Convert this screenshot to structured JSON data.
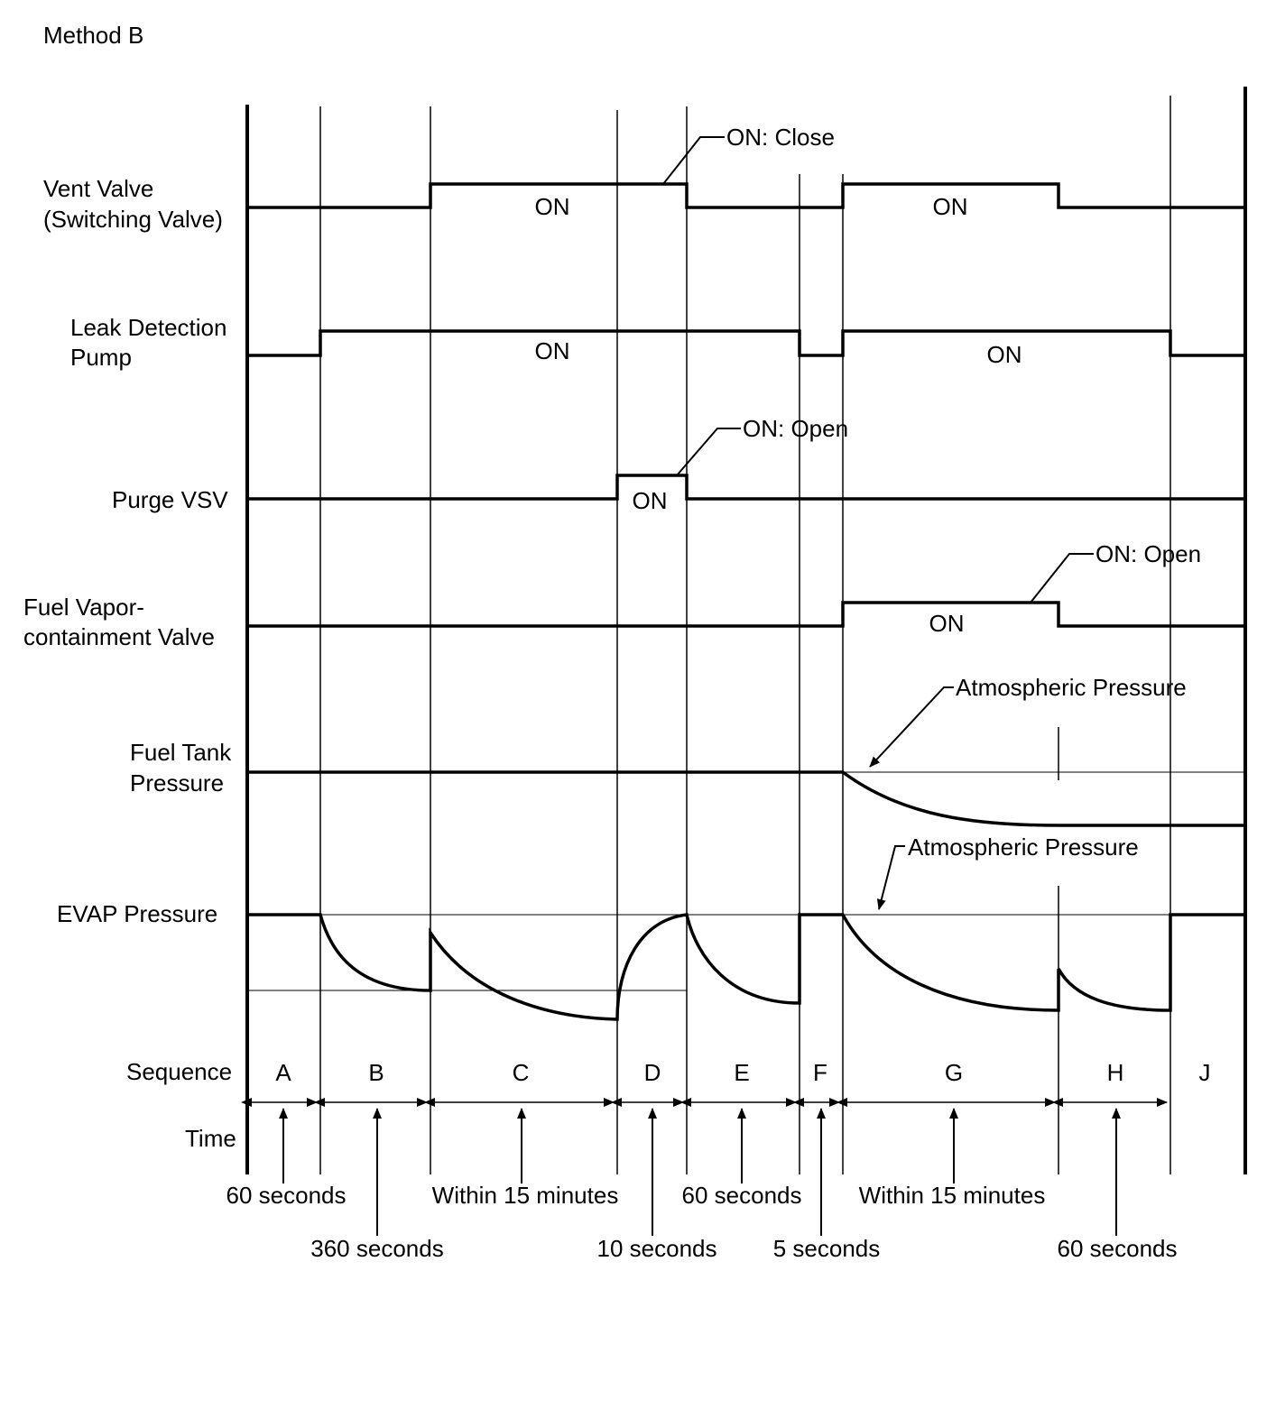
{
  "title": "Method B",
  "signals": {
    "vent_valve": {
      "label_line1": "Vent Valve",
      "label_line2": "(Switching Valve)",
      "on_text": "ON",
      "on_text_2": "ON",
      "callout": "ON: Close"
    },
    "leak_pump": {
      "label_line1": "Leak Detection",
      "label_line2": "Pump",
      "on_text": "ON",
      "on_text_2": "ON"
    },
    "purge_vsv": {
      "label": "Purge VSV",
      "on_text": "ON",
      "callout": "ON: Open"
    },
    "fuel_vapor_valve": {
      "label_line1": "Fuel Vapor-",
      "label_line2": "containment Valve",
      "on_text": "ON",
      "callout": "ON: Open"
    },
    "fuel_tank_pressure": {
      "label_line1": "Fuel Tank",
      "label_line2": "Pressure",
      "callout": "Atmospheric Pressure"
    },
    "evap_pressure": {
      "label": "EVAP Pressure",
      "callout": "Atmospheric Pressure"
    }
  },
  "sequence": {
    "label": "Sequence",
    "steps": [
      "A",
      "B",
      "C",
      "D",
      "E",
      "F",
      "G",
      "H",
      "J"
    ]
  },
  "time": {
    "label": "Time",
    "durations": [
      "60 seconds",
      "360 seconds",
      "Within 15 minutes",
      "10 seconds",
      "60 seconds",
      "5 seconds",
      "Within 15 minutes",
      "60 seconds"
    ]
  },
  "colors": {
    "line": "#000000",
    "background": "#ffffff"
  }
}
